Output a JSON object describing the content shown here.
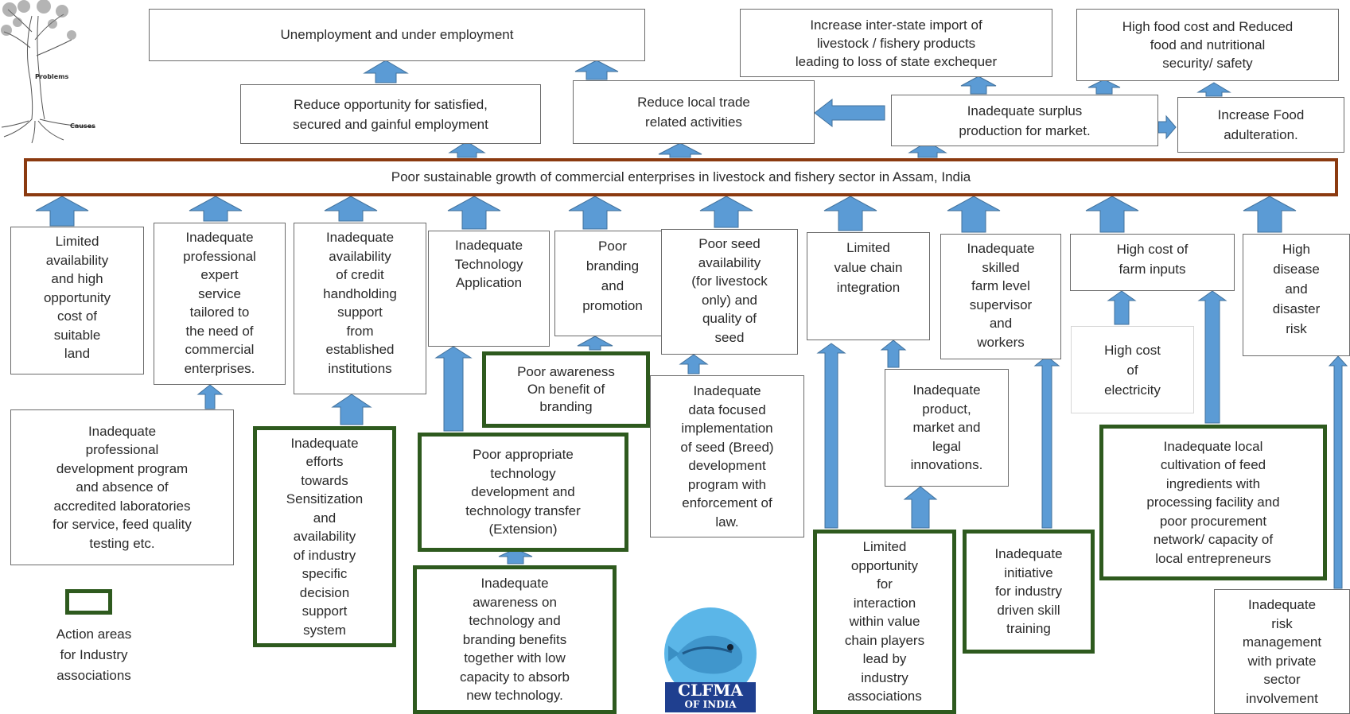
{
  "core_problem": "Poor sustainable growth of commercial enterprises in livestock and fishery sector in Assam, India",
  "tree": {
    "problems_label": "Problems",
    "causes_label": "Causes"
  },
  "effects": {
    "unemployment": "Unemployment and under employment",
    "interstate_import": "Increase inter-state import of\nlivestock / fishery products\nleading to loss of state exchequer",
    "food_cost": "High food cost and Reduced\nfood and nutritional\nsecurity/ safety",
    "reduce_opportunity": "Reduce opportunity for satisfied,\nsecured and gainful employment",
    "reduce_trade": "Reduce local trade\nrelated activities",
    "surplus": "Inadequate surplus\nproduction for market.",
    "adulteration": "Increase Food\nadulteration."
  },
  "causes": {
    "land": "Limited\navailability\nand high\nopportunity\ncost of\nsuitable\nland",
    "expert": "Inadequate\nprofessional\nexpert\nservice\ntailored to\nthe need of\ncommercial\nenterprises.",
    "credit": "Inadequate\navailability\nof credit\nhandholding\nsupport\nfrom\nestablished\ninstitutions",
    "technology": "Inadequate\nTechnology\nApplication",
    "branding": "Poor\nbranding\nand\npromotion",
    "seed": "Poor seed\navailability\n(for livestock\nonly) and\nquality of\nseed",
    "value_chain": "Limited\nvalue chain\nintegration",
    "skilled": "Inadequate\nskilled\nfarm level\nsupervisor\nand\nworkers",
    "farm_inputs": "High cost of\nfarm inputs",
    "disease": "High\ndisease\nand\ndisaster\nrisk"
  },
  "sub_causes": {
    "prof_dev": "Inadequate\nprofessional\ndevelopment program\nand absence of\naccredited laboratories\nfor service, feed quality\ntesting etc.",
    "sensitization": "Inadequate\nefforts\ntowards\nSensitization\nand\navailability\nof industry\nspecific\ndecision\nsupport\nsystem",
    "awareness_branding": "Poor awareness\nOn benefit of\nbranding",
    "tech_transfer": "Poor appropriate\ntechnology\ndevelopment and\ntechnology transfer\n(Extension)",
    "tech_awareness": "Inadequate\nawareness on\ntechnology and\nbranding benefits\ntogether with low\ncapacity to absorb\nnew technology.",
    "seed_data": "Inadequate\ndata focused\nimplementation\nof seed (Breed)\ndevelopment\nprogram with\nenforcement of\nlaw.",
    "innovations": "Inadequate\nproduct,\nmarket and\nlegal\ninnovations.",
    "interaction": "Limited\nopportunity\nfor\ninteraction\nwithin value\nchain players\nlead by\nindustry\nassociations",
    "skill_training": "Inadequate\ninitiative\nfor industry\ndriven skill\ntraining",
    "electricity": "High cost\nof\nelectricity",
    "feed": "Inadequate local\ncultivation of feed\ningredients with\nprocessing facility and\npoor procurement\nnetwork/ capacity of\nlocal entrepreneurs",
    "risk_mgmt": "Inadequate\nrisk\nmanagement\nwith private\nsector\ninvolvement"
  },
  "legend": {
    "label": "Action areas\nfor Industry\nassociations",
    "border_color": "#2e5a1e"
  },
  "logo": {
    "name": "CLFMA",
    "sub": "OF INDIA"
  },
  "colors": {
    "arrow": "#5b9bd5",
    "arrow_edge": "#41719c",
    "core_border": "#8b3a10",
    "action_border": "#2e5a1e"
  }
}
